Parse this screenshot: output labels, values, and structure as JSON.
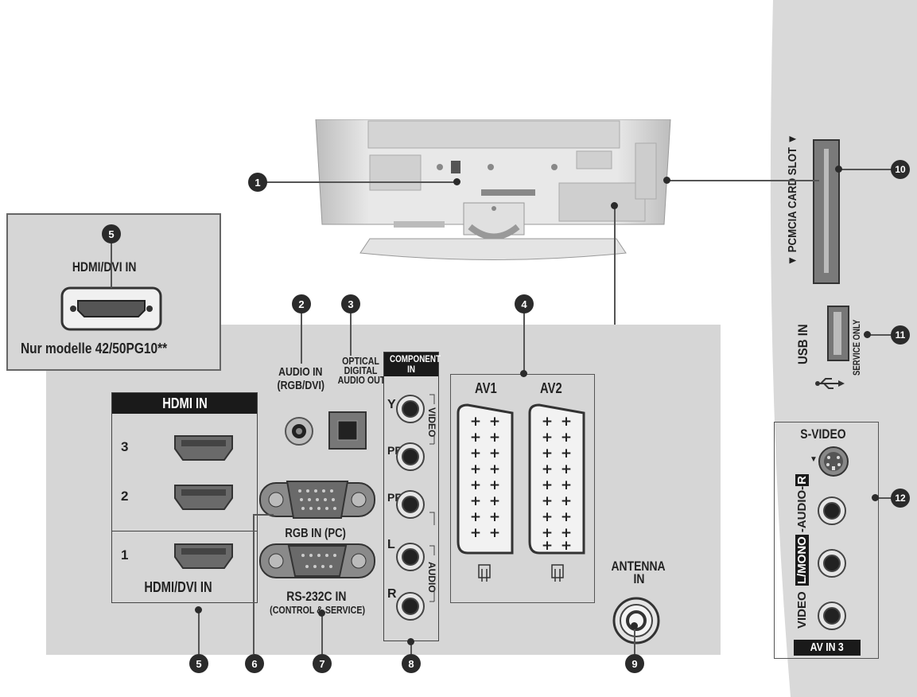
{
  "markers": {
    "m1": "1",
    "m2": "2",
    "m3": "3",
    "m4": "4",
    "m5a": "5",
    "m5b": "5",
    "m6": "6",
    "m7": "7",
    "m8": "8",
    "m9": "9",
    "m10": "10",
    "m11": "11",
    "m12": "12"
  },
  "inset": {
    "hdmi_label": "HDMI/DVI IN",
    "note": "Nur modelle 42/50PG10**"
  },
  "main_panel": {
    "audio_in": "AUDIO IN",
    "audio_in_sub": "(RGB/DVI)",
    "optical_1": "OPTICAL",
    "optical_2": "DIGITAL",
    "optical_3": "AUDIO OUT",
    "component_1": "COMPONENT",
    "component_2": "IN",
    "comp_y": "Y",
    "comp_pb": "PB",
    "comp_pr": "PR",
    "comp_l": "L",
    "comp_r": "R",
    "comp_video": "VIDEO",
    "comp_audio": "AUDIO",
    "av1": "AV1",
    "av2": "AV2",
    "hdmi_in": "HDMI IN",
    "hdmi_3": "3",
    "hdmi_2": "2",
    "hdmi_1": "1",
    "hdmi_dvi_in": "HDMI/DVI IN",
    "rgb_in": "RGB IN (PC)",
    "rs232": "RS-232C IN",
    "rs232_sub": "(CONTROL & SERVICE)",
    "antenna_1": "ANTENNA",
    "antenna_2": "IN"
  },
  "side_panel": {
    "pcmcia": "▼ PCMCIA CARD SLOT ▼",
    "usb_in": "USB IN",
    "service_only": "SERVICE ONLY",
    "s_video": "S-VIDEO",
    "av_vertical": "VIDEO",
    "av_lmono": "L/MONO",
    "av_audio": "-AUDIO-",
    "av_r": "R",
    "av_in3": "AV IN 3"
  },
  "colors": {
    "panel_bg": "#d6d6d6",
    "side_bg": "#d9d9d9",
    "marker": "#2b2b2b",
    "header": "#1a1a1a"
  }
}
